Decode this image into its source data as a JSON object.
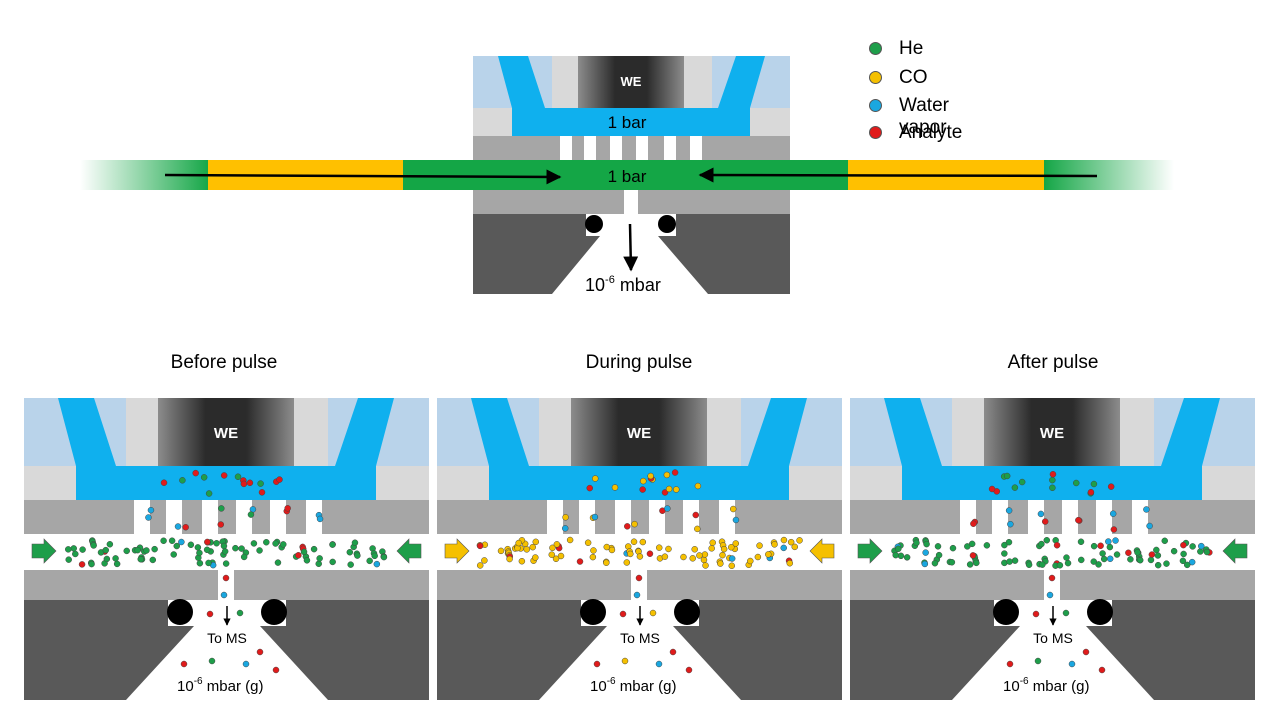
{
  "legend": [
    {
      "label": "He",
      "color": "#1e9e4a"
    },
    {
      "label": "CO",
      "color": "#f5c000"
    },
    {
      "label": "Water vapor",
      "color": "#1aa7e0"
    },
    {
      "label": "Analyte",
      "color": "#e01b1b"
    }
  ],
  "top": {
    "we_label": "WE",
    "upper_pressure": "1 bar",
    "channel_pressure": "1 bar",
    "vacuum_base": "10",
    "vacuum_exp": "-6",
    "vacuum_unit": " mbar"
  },
  "panels": [
    {
      "title": "Before pulse",
      "we_label": "WE",
      "to_ms": "To MS",
      "vac_base": "10",
      "vac_exp": "-6",
      "vac_unit": " mbar (g)",
      "carrier_color": "#1e9e4a",
      "arrow_color": "#1e9e4a"
    },
    {
      "title": "During pulse",
      "we_label": "WE",
      "to_ms": "To MS",
      "vac_base": "10",
      "vac_exp": "-6",
      "vac_unit": " mbar (g)",
      "carrier_color": "#f5c000",
      "arrow_color": "#f5c000"
    },
    {
      "title": "After pulse",
      "we_label": "WE",
      "to_ms": "To MS",
      "vac_base": "10",
      "vac_exp": "-6",
      "vac_unit": " mbar (g)",
      "carrier_color": "#1e9e4a",
      "arrow_color": "#1e9e4a"
    }
  ],
  "colors": {
    "electrolyte": "#0fb0ee",
    "light_blue": "#b9d3ea",
    "light_gray": "#d9d9d9",
    "mid_gray": "#a6a6a6",
    "dark_gray": "#595959",
    "he_green": "#14a646",
    "co_yellow": "#ffc000"
  }
}
